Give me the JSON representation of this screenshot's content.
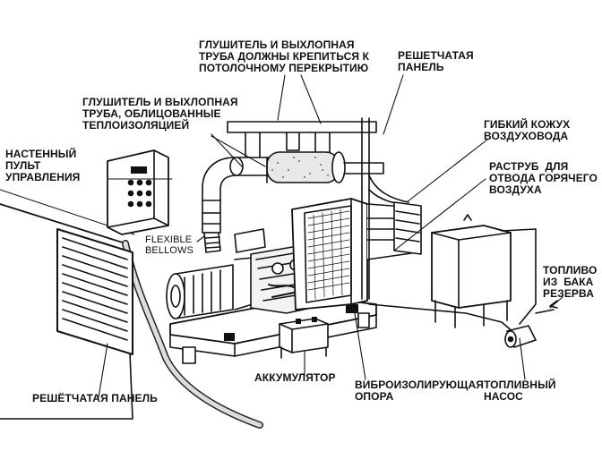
{
  "labels": {
    "muffler_ceiling": "ГЛУШИТЕЛЬ И ВЫХЛОПНАЯ\nТРУБА ДОЛЖНЫ КРЕПИТЬСЯ К\nПОТОЛОЧНОМУ ПЕРЕКРЫТИЮ",
    "grille_panel_top": "РЕШЕТЧАТАЯ\nПАНЕЛЬ",
    "muffler_insulated": "ГЛУШИТЕЛЬ И ВЫХЛОПНАЯ\nТРУБА, ОБЛИЦОВАННЫЕ\nТЕПЛОИЗОЛЯЦИЕЙ",
    "flexible_duct": "ГИБКИЙ КОЖУХ\nВОЗДУХОВОДА",
    "wall_panel": "НАСТЕННЫЙ\nПУЛЬТ\nУПРАВЛЕНИЯ",
    "hot_air_duct": "РАСТРУБ  ДЛЯ\nОТВОДА ГОРЯЧЕГО\nВОЗДУХА",
    "flexible_bellows": "FLEXIBLE\nBELLOWS",
    "reserve_fuel": "ТОПЛИВО\nИЗ  БАКА\nРЕЗЕРВА",
    "battery": "АККУМУЛЯТОР",
    "vibration_mount": "ВИБРОИЗОЛИРУЮЩАЯ\nОПОРА",
    "fuel_pump": "ТОПЛИВНЫЙ\nНАСОС",
    "grille_panel_bottom": "РЕШЁТЧАТАЯ ПАНЕЛЬ"
  },
  "colors": {
    "ink": "#111111",
    "background": "#ffffff"
  }
}
